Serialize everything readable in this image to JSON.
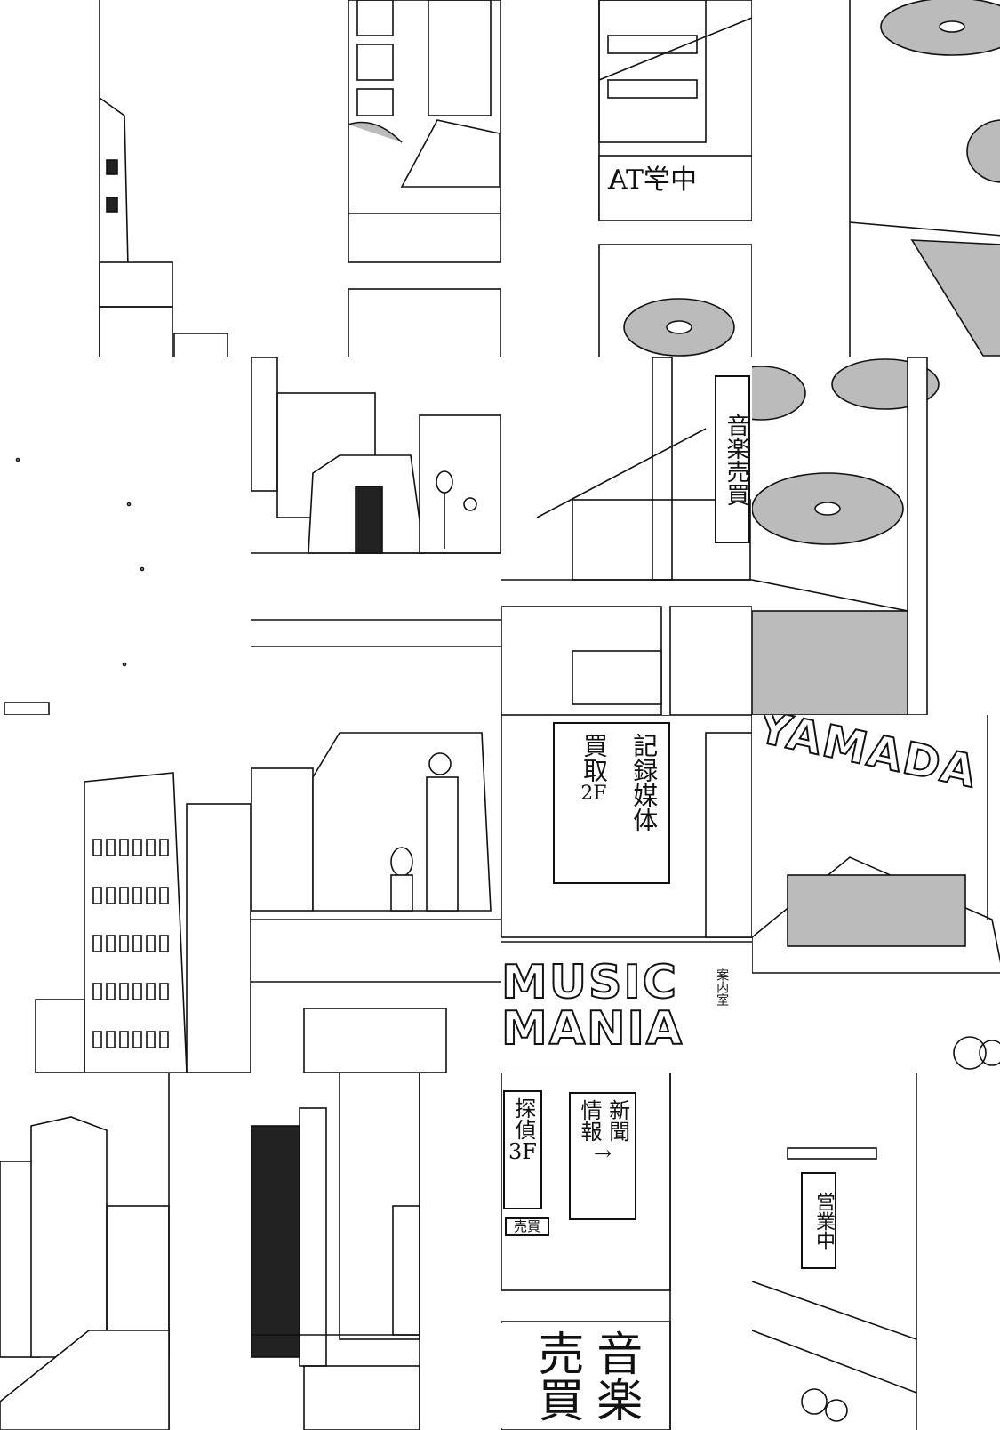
{
  "signs": {
    "mirrored_sign": "中学TA",
    "music_trade_vertical": "音楽売買",
    "media_label": "記録媒体",
    "buy_label": "買取",
    "floor_2f": "2F",
    "yamada": "YAMADA",
    "music_mania": "MUSIC MANIA",
    "info_room": "案内室",
    "detective": "探偵",
    "floor_3f": "3F",
    "newspaper": "新聞",
    "info": "情報",
    "arrow": "→",
    "trade_small": "売買",
    "music_big_1": "音楽",
    "music_big_2": "売買",
    "open_sign": "営業中"
  },
  "colors": {
    "ink": "#111111",
    "paper": "#ffffff",
    "screen": "#bbbbbb"
  }
}
